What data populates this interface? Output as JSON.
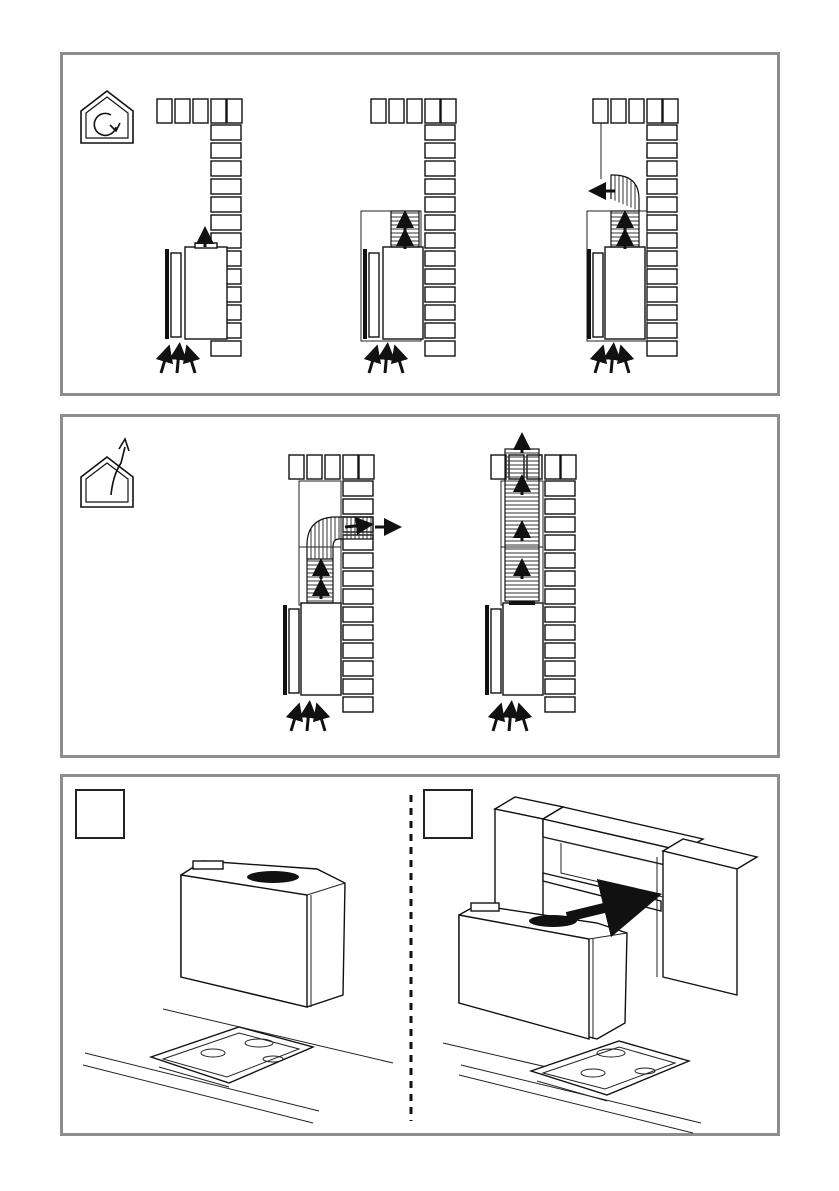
{
  "page": {
    "panels": [
      {
        "id": "recirculation",
        "icon": "house-recirculation-icon",
        "diagram_count": 3
      },
      {
        "id": "extraction",
        "icon": "house-exhaust-icon",
        "diagram_count": 2
      },
      {
        "id": "installation",
        "step_boxes": 2
      }
    ]
  },
  "colors": {
    "panel_border": "#8d8d8d",
    "line": "#111111",
    "fill": "#ffffff"
  }
}
